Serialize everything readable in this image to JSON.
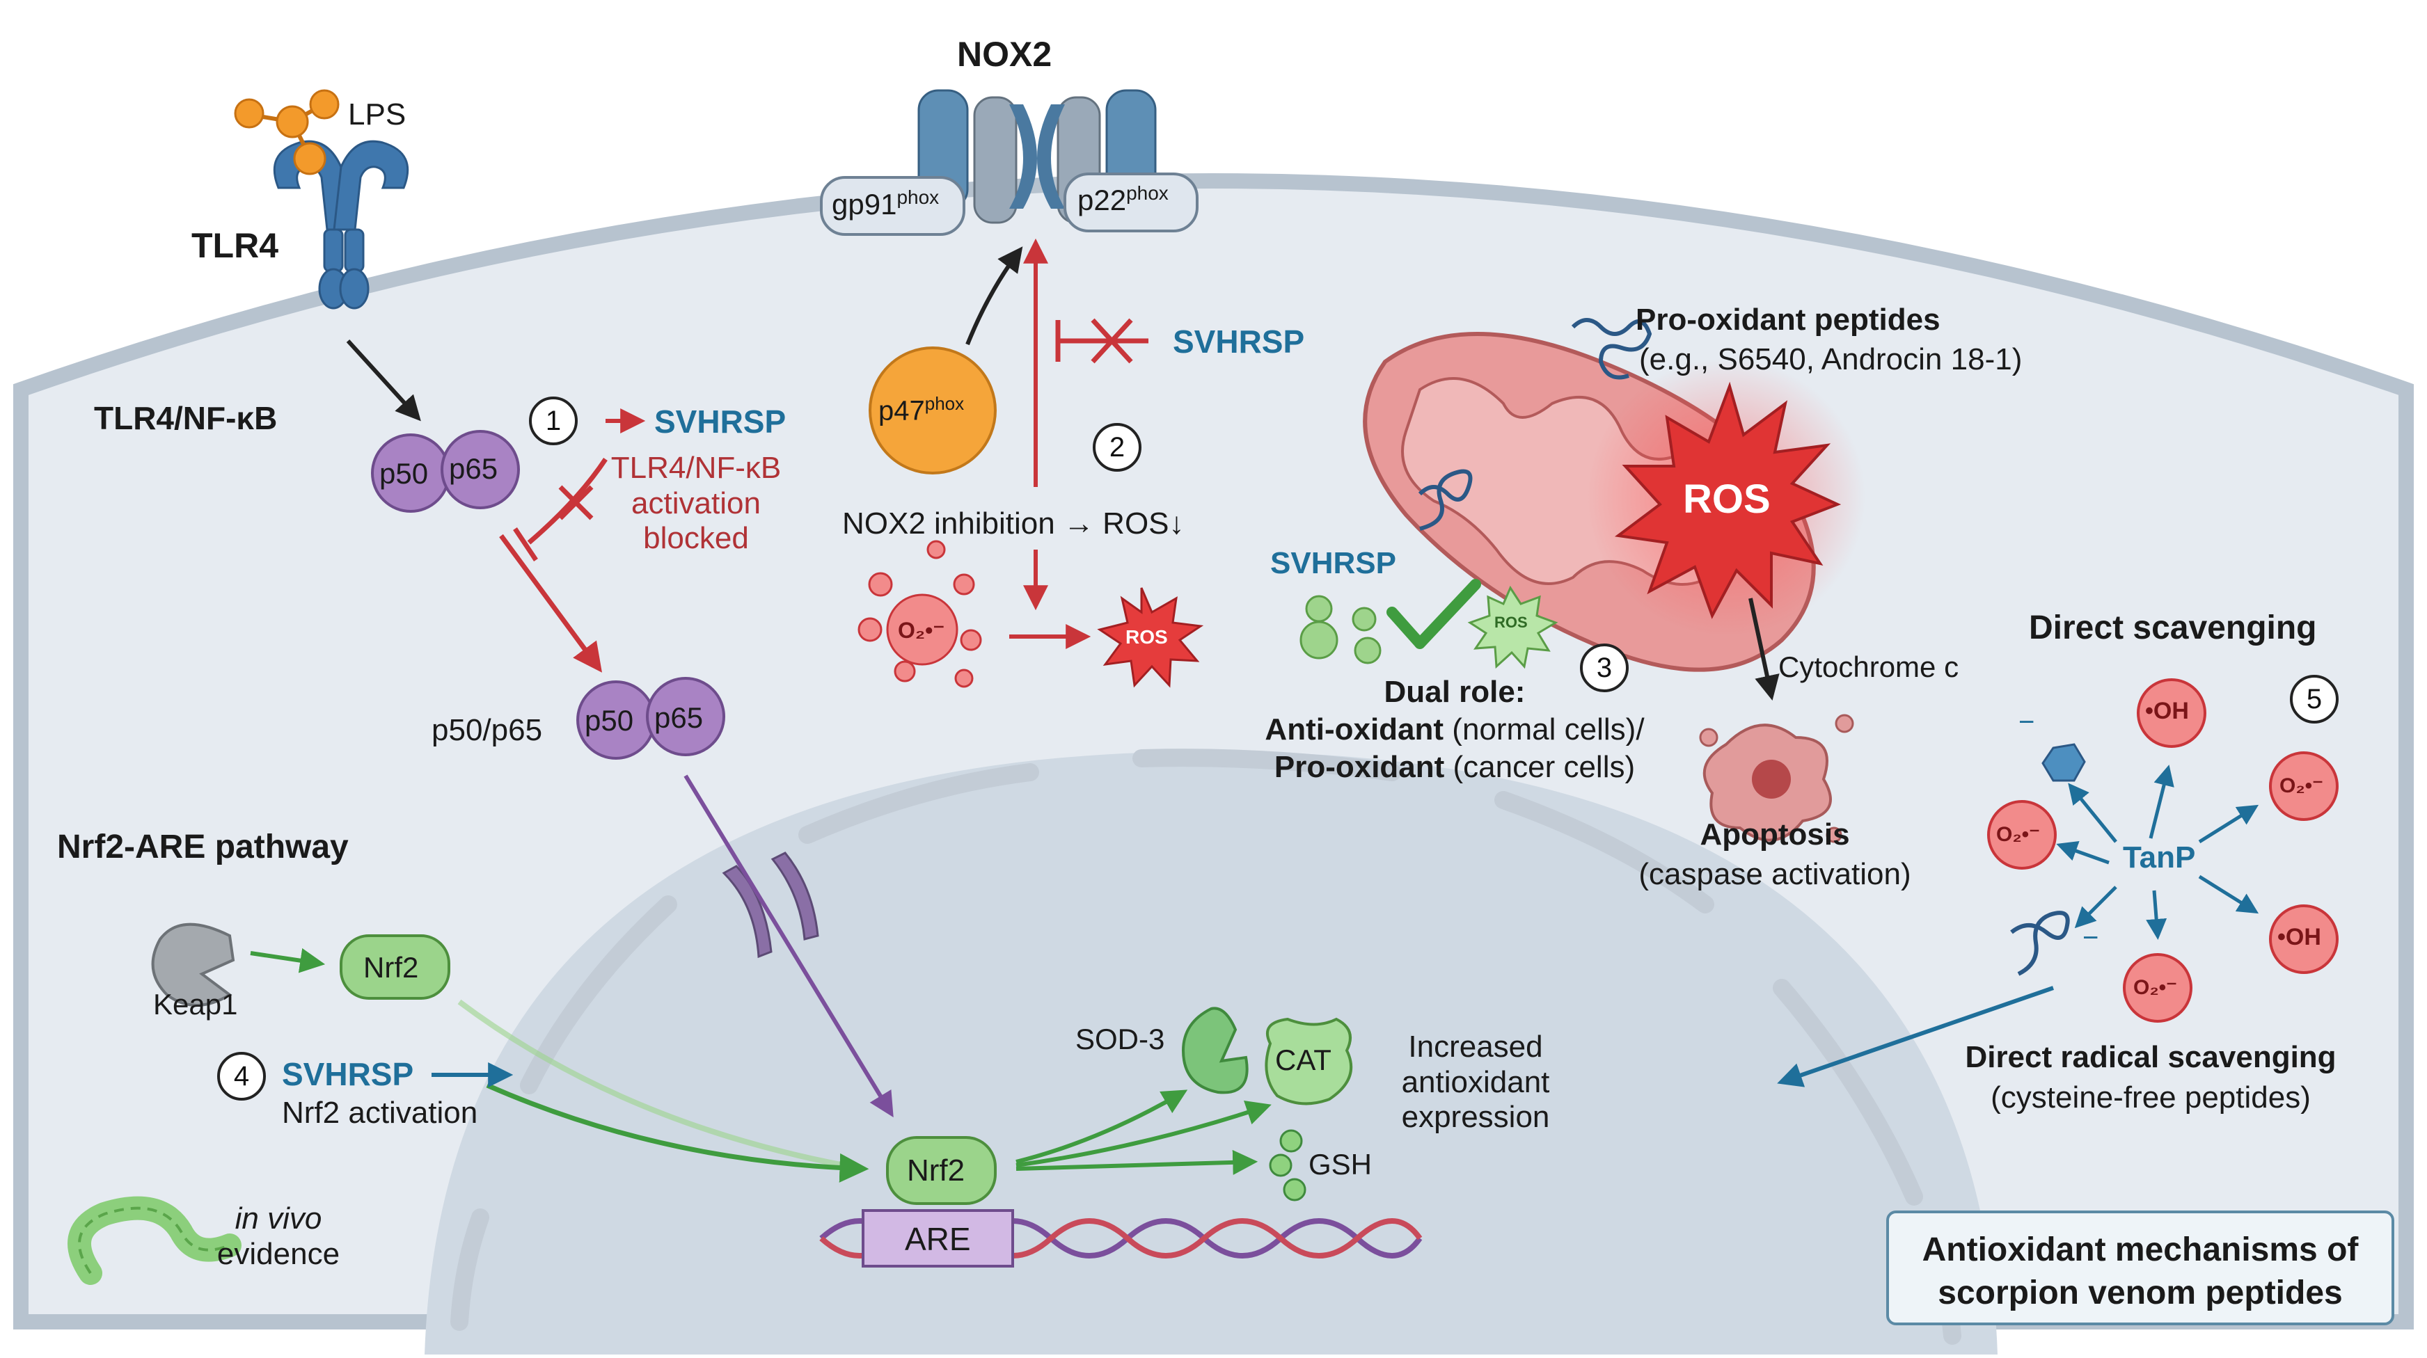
{
  "title": "Antioxidant mechanisms of scorpion venom peptides",
  "colors": {
    "cytoplasm": "#e6ebf1",
    "nucleus": "#cfd9e3",
    "membrane": "#c8d2dc",
    "blue_text": "#1f6f9a",
    "red": "#c9353a",
    "green": "#3f9c3f",
    "purple": "#7b4f9c"
  },
  "membrane": {
    "lps": "LPS",
    "tlr4": "TLR4",
    "nox2": "NOX2",
    "gp91": "gp91",
    "p22": "p22",
    "phox": "phox"
  },
  "pathway1": {
    "heading": "TLR4/NF-κB",
    "number": "1",
    "svhrsp": "SVHRSP",
    "blocked_line1": "TLR4/NF-κB",
    "blocked_line2": "activation",
    "blocked_line3": "blocked",
    "p50": "p50",
    "p65": "p65",
    "dimer_label": "p50/p65"
  },
  "pathway2": {
    "p47": "p47",
    "phox": "phox",
    "svhrsp": "SVHRSP",
    "number": "2",
    "inhibition": "NOX2 inhibition → ROS↓",
    "o2": "O₂•⁻",
    "ros": "ROS"
  },
  "pathway3": {
    "pro_title": "Pro-oxidant peptides",
    "pro_examples": "(e.g., S6540, Androcin 18-1)",
    "ros_big": "ROS",
    "svhrsp": "SVHRSP",
    "ros_small": "ROS",
    "number": "3",
    "dual_title": "Dual role:",
    "anti_bold": "Anti-oxidant",
    "anti_rest": " (normal cells)/",
    "pro_bold": "Pro-oxidant",
    "pro_rest": " (cancer cells)",
    "cytochrome": "Cytochrome c",
    "apoptosis": "Apoptosis",
    "caspase": "(caspase activation)"
  },
  "pathway4": {
    "heading": "Nrf2-ARE pathway",
    "keap1": "Keap1",
    "nrf2": "Nrf2",
    "number": "4",
    "svhrsp": "SVHRSP",
    "activation": "Nrf2 activation",
    "in_vivo": "in vivo",
    "evidence": "evidence",
    "nrf2_nuclear": "Nrf2",
    "are": "ARE",
    "sod3": "SOD-3",
    "cat": "CAT",
    "gsh": "GSH",
    "increased_1": "Increased",
    "increased_2": "antioxidant",
    "increased_3": "expression"
  },
  "pathway5": {
    "heading": "Direct scavenging",
    "number": "5",
    "tanp": "TanP",
    "oh": "•OH",
    "o2": "O₂•⁻",
    "minus": "−",
    "caption1": "Direct radical scavenging",
    "caption2": "(cysteine-free peptides)"
  }
}
